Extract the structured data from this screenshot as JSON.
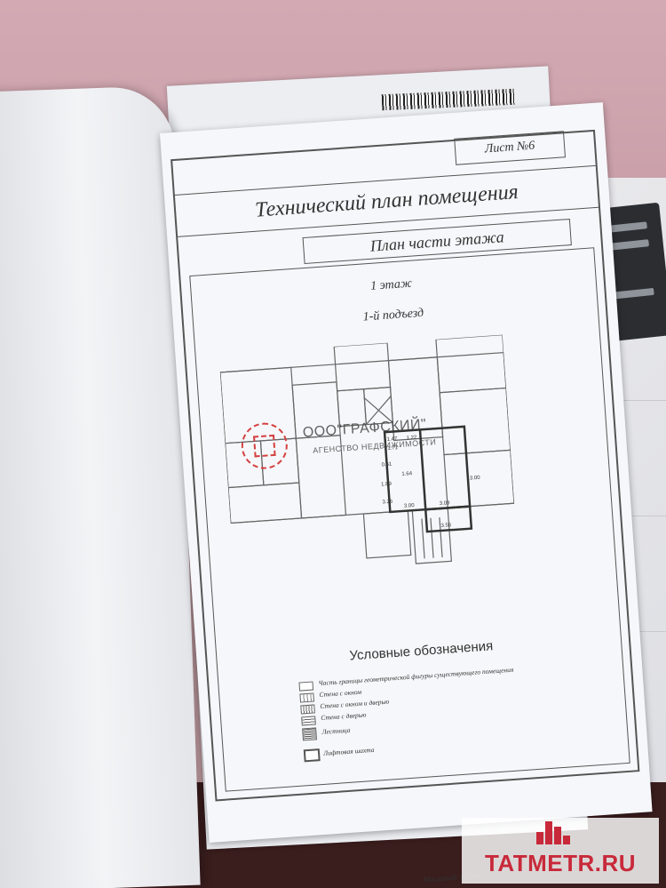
{
  "document": {
    "sheet_label": "Лист №6",
    "title": "Технический план помещения",
    "subtitle": "План части этажа",
    "floor_label": "1 этаж",
    "entrance_label": "1-й подъезд",
    "scale": "Масштаб 1:200"
  },
  "plan": {
    "dimension_labels": [
      "1.47",
      "1.22",
      "1.71",
      "0.61",
      "1.64",
      "3.00",
      "3.09",
      "3.56",
      "1.89",
      "3.00",
      "3.26"
    ]
  },
  "legend": {
    "title": "Условные обозначения",
    "items": [
      {
        "label": "Часть границы геометрической фигуры существующего помещения"
      },
      {
        "label": "Стена с окном"
      },
      {
        "label": "Стена с окном и дверью"
      },
      {
        "label": "Стена с дверью"
      },
      {
        "label": "Лестница"
      },
      {
        "label": "Лифтовая шахта"
      }
    ]
  },
  "watermark": {
    "company": "ООО\"ГРАФСКИЙ\"",
    "tagline": "АГЕНСТВО НЕДВИЖИМОСТИ"
  },
  "brand": {
    "name": "TATMETR.RU",
    "color": "#c8293a"
  }
}
